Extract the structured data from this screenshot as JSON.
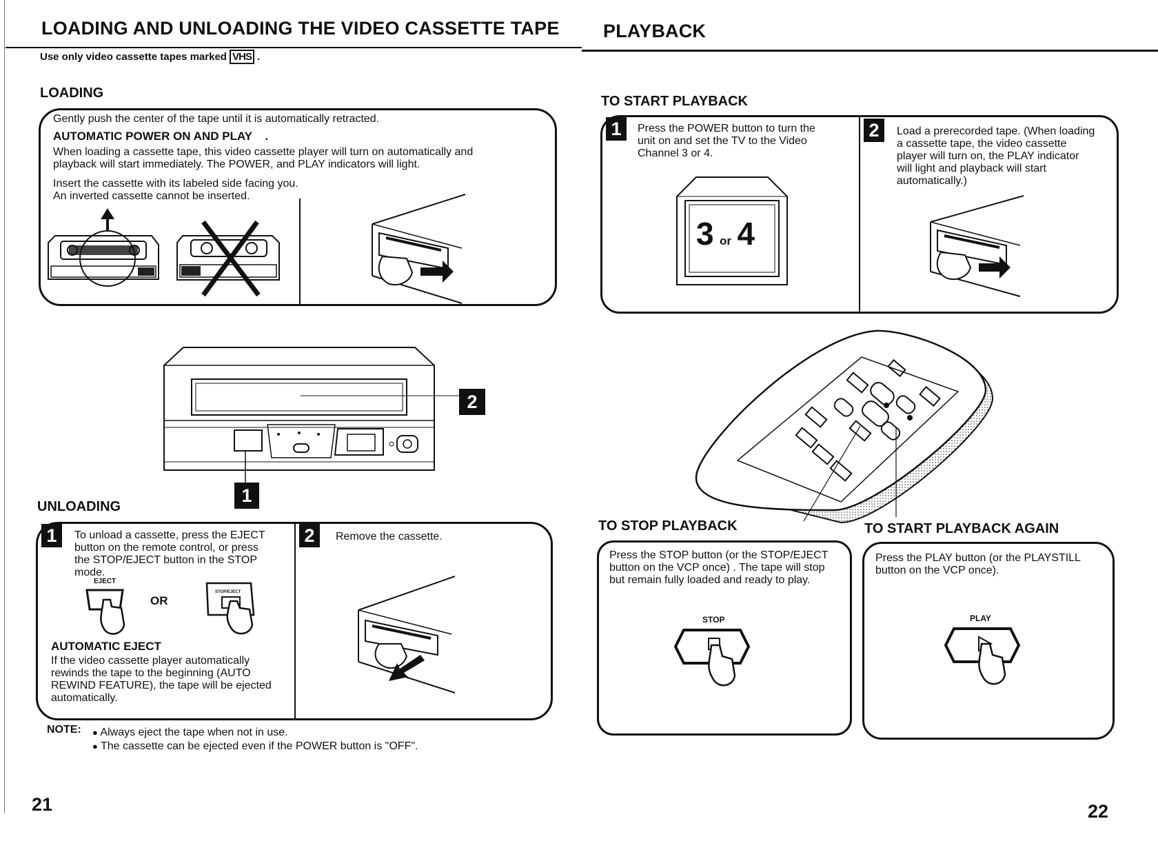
{
  "left": {
    "header": "LOADING AND UNLOADING THE VIDEO CASSETTE TAPE",
    "vhs_note_prefix": "Use only video cassette tapes marked",
    "vhs_logo": "VHS",
    "vhs_note_suffix": ".",
    "loading": {
      "title": "LOADING",
      "line1": "Gently push the center of the tape until it is automatically retracted.",
      "auto_title": "AUTOMATIC POWER ON AND PLAY",
      "auto_dot": ".",
      "auto_l1": "When loading a cassette tape, this video cassette player will  turn on automatically and",
      "auto_l2": "playback will start immediately. The POWER, and PLAY indicators will light.",
      "insert_l1": "Insert the cassette with its labeled side facing you.",
      "insert_l2": "An inverted cassette cannot be inserted."
    },
    "vcp_callout_1": "1",
    "vcp_callout_2": "2",
    "unloading": {
      "title": "UNLOADING",
      "step1_num": "1",
      "step1_l1": "To unload a cassette, press the EJECT",
      "step1_l2": "button on the remote control, or press",
      "step1_l3": "the STOP/EJECT button in the STOP",
      "step1_l4": "mode.",
      "eject_label": "EJECT",
      "or_label": "OR",
      "stop_eject_label": "STOP/EJECT",
      "auto_eject_title": "AUTOMATIC EJECT",
      "ae_l1": "If the video cassette player automatically",
      "ae_l2": "rewinds the tape to the beginning (AUTO",
      "ae_l3": "REWIND FEATURE), the tape will be ejected",
      "ae_l4": "automatically.",
      "step2_num": "2",
      "step2_text": "Remove the cassette."
    },
    "note_label": "NOTE:",
    "note_1": "Always eject the tape when not in use.",
    "note_2": "The cassette can be ejected even if the POWER button is \"OFF\".",
    "page_number": "21"
  },
  "right": {
    "header": "PLAYBACK",
    "start_title": "TO START PLAYBACK",
    "step1_num": "1",
    "step1_l1": "Press the POWER button to turn the",
    "step1_l2": "unit on and set the TV to the Video",
    "step1_l3": "Channel 3 or 4.",
    "tv_3": "3",
    "tv_or": "or",
    "tv_4": "4",
    "step2_num": "2",
    "step2_l1": "Load a prerecorded tape. (When loading",
    "step2_l2": "a cassette tape, the video cassette",
    "step2_l3": "player will turn on, the PLAY indicator",
    "step2_l4": "will light and playback will start",
    "step2_l5": "automatically.)",
    "stop_title": "TO STOP PLAYBACK",
    "stop_l1": "Press the STOP button (or the STOP/EJECT",
    "stop_l2": "button on the VCP once) . The tape will stop",
    "stop_l3": "but remain fully loaded and ready to play.",
    "stop_btn_label": "STOP",
    "again_title": "TO START PLAYBACK AGAIN",
    "again_l1": "Press the PLAY button (or the PLAYSTILL",
    "again_l2": "button on the VCP once).",
    "play_btn_label": "PLAY",
    "page_number": "22"
  }
}
